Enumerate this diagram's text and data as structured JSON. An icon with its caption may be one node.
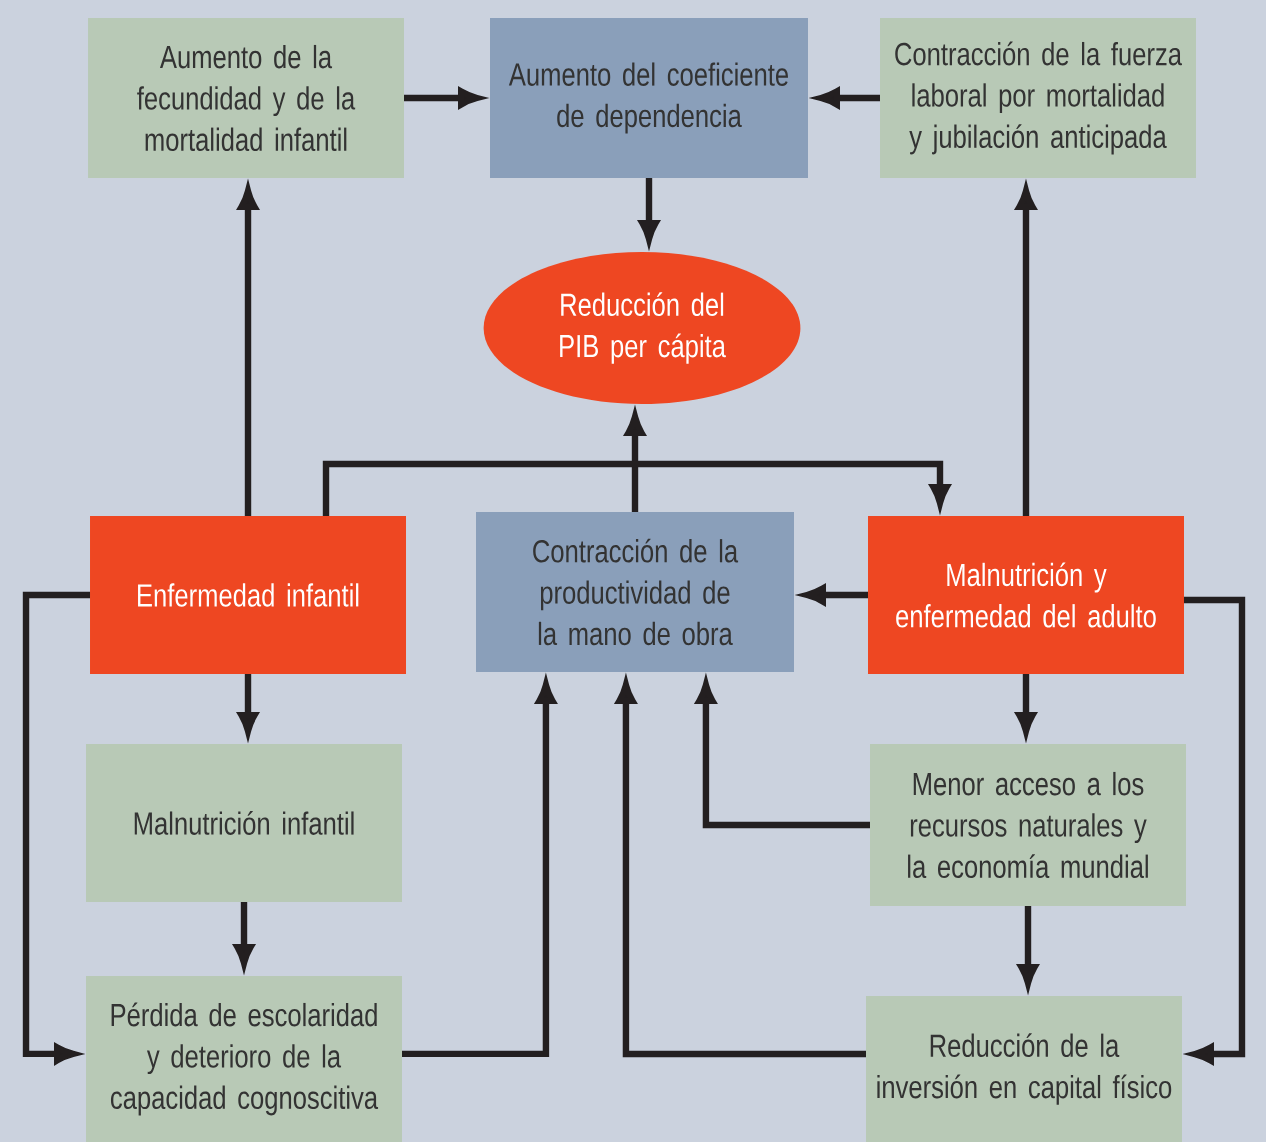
{
  "diagram": {
    "nodes": [
      {
        "text": [
          "Aumento de la fecundidad y de la mortalidad infantil"
        ]
      },
      {
        "text": [
          "Aumento del coeficiente de dependencia"
        ]
      },
      {
        "text": [
          "Contracción de la fuerza laboral por mortalidad y jubilación anticipada"
        ]
      },
      {
        "text": [
          "Reducción del PIB per cápita"
        ]
      },
      {
        "text": [
          "Enfermedad infantil"
        ]
      },
      {
        "text": [
          "Contracción de la productividad de la mano de obra"
        ]
      },
      {
        "text": [
          "Malnutrición y enfermedad del adulto"
        ]
      },
      {
        "text": [
          "Malnutrición infantil"
        ]
      },
      {
        "text": [
          "Pérdida de escolaridad y deterioro de la capacidad cognoscitiva"
        ]
      },
      {
        "text": [
          "Menor acceso a los recursos naturales y la economía mundial"
        ]
      },
      {
        "text": [
          "Reducción de la inversión en capital físico"
        ]
      }
    ],
    "edges": [
      {
        "from": 0,
        "to": 1,
        "arrow": "to"
      },
      {
        "from": 2,
        "to": 1,
        "arrow": "to"
      },
      {
        "from": 1,
        "to": 3,
        "arrow": "to"
      },
      {
        "from": 4,
        "to": 0,
        "arrow": "to"
      },
      {
        "from": 6,
        "to": 2,
        "arrow": "to"
      },
      {
        "from": 5,
        "to": 3,
        "arrow": "to"
      },
      {
        "from": 4,
        "to": 6,
        "arrow": "to"
      },
      {
        "from": 4,
        "to": 7,
        "arrow": "to"
      },
      {
        "from": 7,
        "to": 8,
        "arrow": "to"
      },
      {
        "from": 4,
        "to": 8,
        "arrow": "to"
      },
      {
        "from": 8,
        "to": 5,
        "arrow": "to"
      },
      {
        "from": 6,
        "to": 5,
        "arrow": "to"
      },
      {
        "from": 6,
        "to": 9,
        "arrow": "to"
      },
      {
        "from": 9,
        "to": 10,
        "arrow": "to"
      },
      {
        "from": 6,
        "to": 10,
        "arrow": "to"
      },
      {
        "from": 9,
        "to": 5,
        "arrow": "to"
      },
      {
        "from": 10,
        "to": 5,
        "arrow": "to"
      }
    ]
  }
}
